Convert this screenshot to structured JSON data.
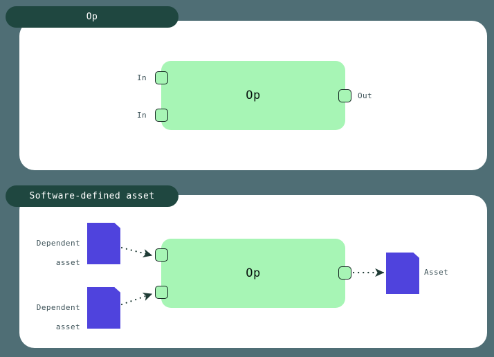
{
  "theme": {
    "page_background": "#4f6e75",
    "panel_background": "#ffffff",
    "tab_background": "#1f4740",
    "tab_text": "#ffffff",
    "op_node_fill": "#a7f5b5",
    "op_node_border": "#12241f",
    "asset_fill": "#4f43dd",
    "label_text": "#3d5258",
    "edge_color": "#1f3b35"
  },
  "panels": [
    {
      "tab_label": "Op",
      "node": {
        "label": "Op",
        "inputs": [
          {
            "label": "In"
          },
          {
            "label": "In"
          }
        ],
        "outputs": [
          {
            "label": "Out"
          }
        ]
      }
    },
    {
      "tab_label": "Software-defined asset",
      "node": {
        "label": "Op",
        "inputs": [
          {
            "label": ""
          },
          {
            "label": ""
          }
        ],
        "outputs": [
          {
            "label": ""
          }
        ]
      },
      "upstream_assets": [
        {
          "caption_line1": "Dependent",
          "caption_line2": "asset",
          "icon": "asset-document-icon"
        },
        {
          "caption_line1": "Dependent",
          "caption_line2": "asset",
          "icon": "asset-document-icon"
        }
      ],
      "downstream_assets": [
        {
          "caption_line1": "Asset",
          "caption_line2": "",
          "icon": "asset-document-icon"
        }
      ]
    }
  ]
}
